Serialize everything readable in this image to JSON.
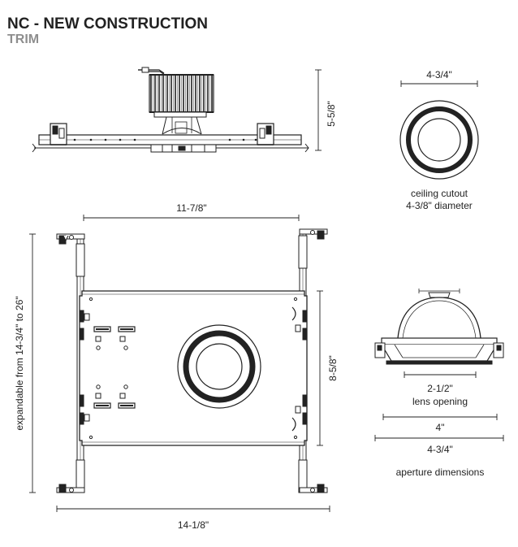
{
  "header": {
    "title": "NC - NEW CONSTRUCTION",
    "subtitle": "TRIM"
  },
  "dimensions": {
    "side_height": "5-5/8\"",
    "cutout_width": "4-3/4\"",
    "cutout_caption_line1": "ceiling cutout",
    "cutout_caption_line2": "4-3/8\" diameter",
    "plan_width_top": "11-7/8\"",
    "plan_expandable": "expandable from 14-3/4\" to 26\"",
    "plan_height_right": "8-5/8\"",
    "plan_width_bottom": "14-1/8\"",
    "lens_width": "2-1/2\"",
    "lens_caption": "lens opening",
    "aperture_inner": "4\"",
    "aperture_outer": "4-3/4\"",
    "aperture_caption": "aperture dimensions"
  },
  "colors": {
    "line": "#222222",
    "subtitle": "#8e8e8e"
  }
}
